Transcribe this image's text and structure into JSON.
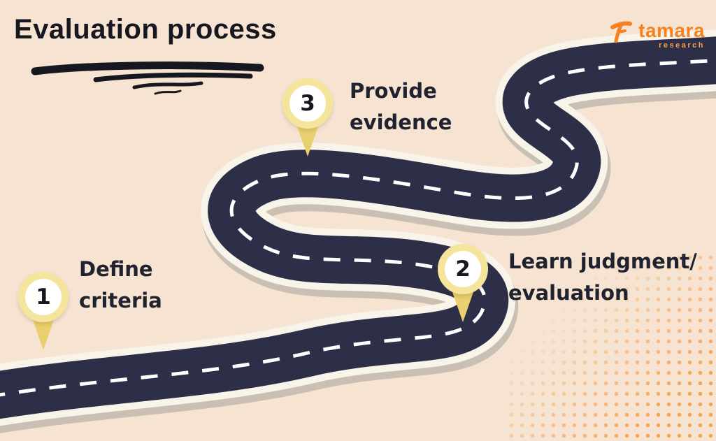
{
  "title": "Evaluation process",
  "logo": {
    "brand": "tamara",
    "sub": "research"
  },
  "steps": [
    {
      "number": "1",
      "line1": "Define",
      "line2": "criteria"
    },
    {
      "number": "2",
      "line1": "Learn judgment/",
      "line2": "evaluation"
    },
    {
      "number": "3",
      "line1": "Provide",
      "line2": "evidence"
    }
  ],
  "colors": {
    "bg": "#f6e3d2",
    "ink": "#17181f",
    "accent": "#f58220",
    "accent-light": "#f8a04b",
    "road": "#2d2f49",
    "road-edge": "#f8f4ea",
    "road-shadow": "#c9bfb2",
    "pin-ring": "#f4e49c",
    "pin-tail": "#e9cf6e",
    "dash": "#ffffff"
  }
}
